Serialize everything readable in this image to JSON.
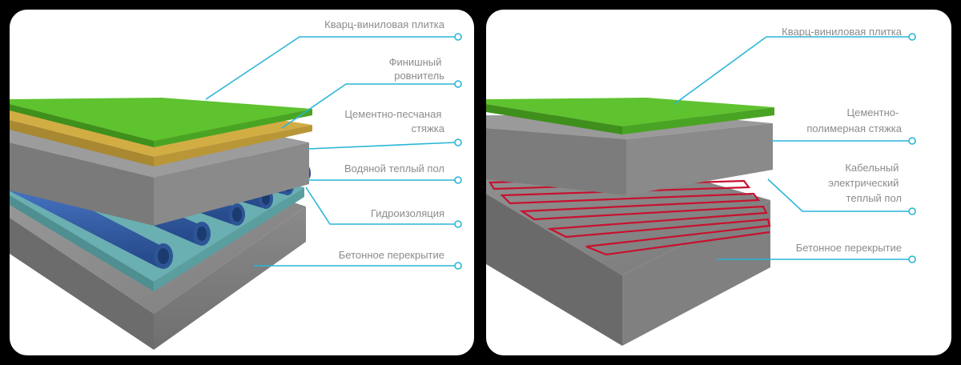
{
  "diagrams": [
    {
      "id": "water-floor",
      "callouts": [
        {
          "key": "vinyl",
          "lines": [
            "Кварц-виниловая плитка"
          ]
        },
        {
          "key": "finish",
          "lines": [
            "Финишный",
            "ровнитель"
          ]
        },
        {
          "key": "screed",
          "lines": [
            "Цементно-песчаная",
            "стяжка"
          ]
        },
        {
          "key": "water",
          "lines": [
            "Водяной теплый пол"
          ]
        },
        {
          "key": "hydro",
          "lines": [
            "Гидроизоляция"
          ]
        },
        {
          "key": "concrete",
          "lines": [
            "Бетонное перекрытие"
          ]
        }
      ]
    },
    {
      "id": "cable-floor",
      "callouts": [
        {
          "key": "vinyl",
          "lines": [
            "Кварц-виниловая плитка"
          ]
        },
        {
          "key": "screed",
          "lines": [
            "Цементно-",
            "полимерная стяжка"
          ]
        },
        {
          "key": "cable",
          "lines": [
            "Кабельный",
            "электрический",
            "теплый пол"
          ]
        },
        {
          "key": "concrete",
          "lines": [
            "Бетонное перекрытие"
          ]
        }
      ]
    }
  ],
  "colors": {
    "callout_line": "#29b6d8",
    "label_text": "#8c8c8c",
    "tile_green": "#5bbf2e",
    "leveler_yellow": "#c9a43a",
    "concrete_grey": "#8e8e8e",
    "pipe_blue": "#3a62b0",
    "membrane_teal": "#5fa7a9",
    "cable_red": "#c8102e"
  }
}
